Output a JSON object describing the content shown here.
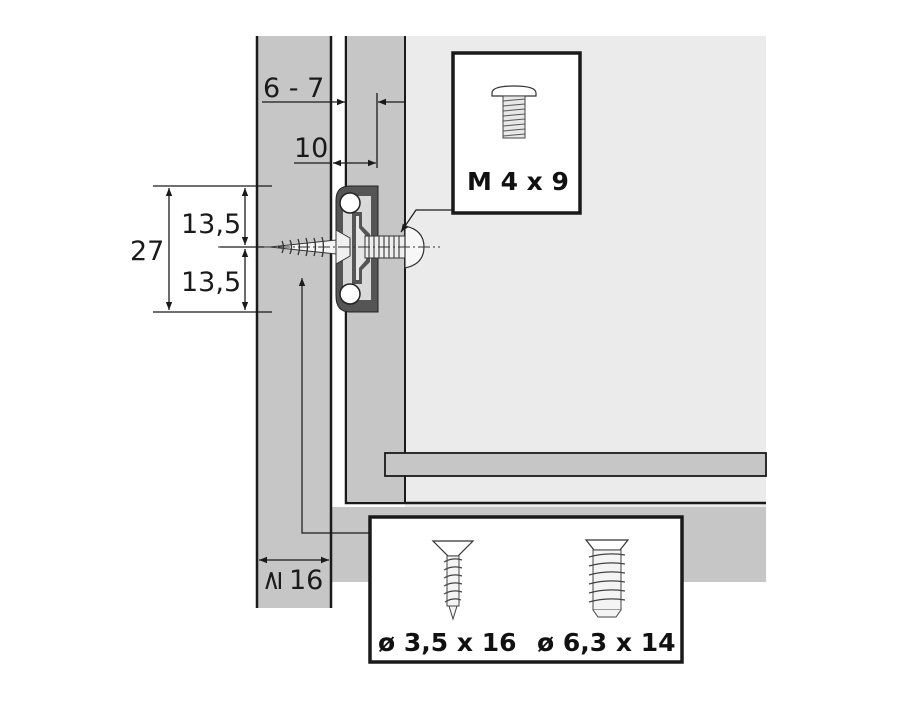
{
  "figure": {
    "type": "technical drawing",
    "subject": "Drawer slide mounting dimensions"
  },
  "dimensions": {
    "gap": "6 - 7",
    "slide_offset": "10",
    "total_height": "27",
    "upper_half": "13,5",
    "lower_half": "13,5",
    "min_wall_thickness": "16",
    "min_wall_symbol": "≥"
  },
  "fasteners": {
    "machine_screw": {
      "label": "M 4 x 9"
    },
    "wood_screw": {
      "label": "ø 3,5 x 16"
    },
    "euro_screw": {
      "label": "ø 6,3 x 14"
    }
  },
  "colors": {
    "panel_gray": "#c6c6c6",
    "drawer_light": "#ebebeb",
    "line": "#1a1a1a",
    "slide_dark": "#555555",
    "background": "#ffffff"
  }
}
